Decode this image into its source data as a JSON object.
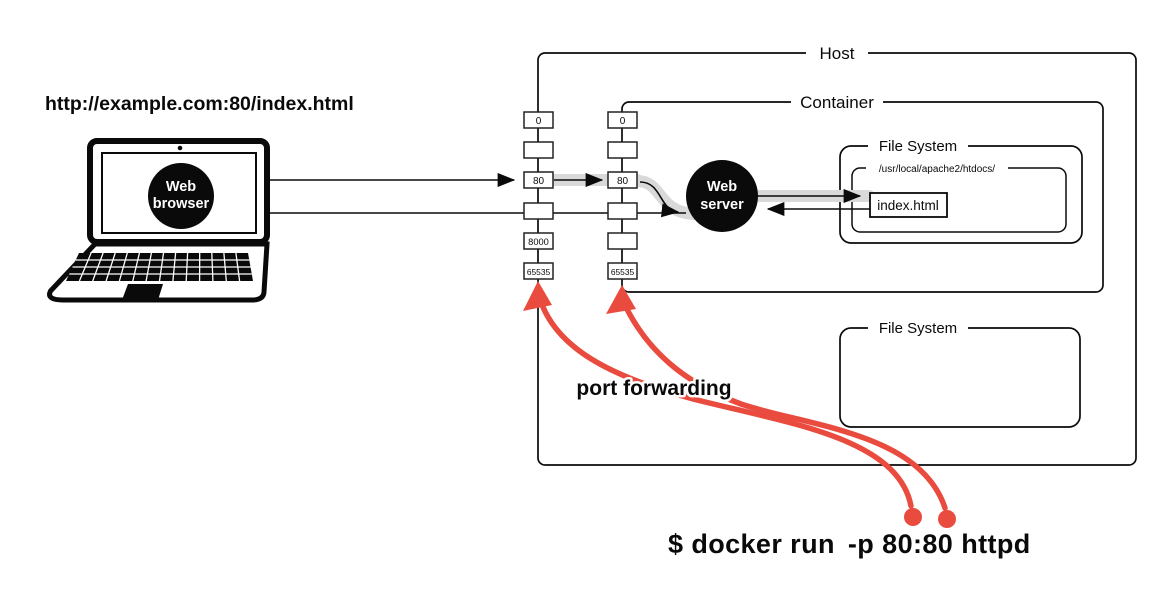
{
  "url_bar": "http://example.com:80/index.html",
  "client": {
    "line1": "Web",
    "line2": "browser"
  },
  "host": {
    "label": "Host"
  },
  "container": {
    "label": "Container"
  },
  "server": {
    "line1": "Web",
    "line2": "server"
  },
  "container_fs": {
    "label": "File System",
    "path": "/usr/local/apache2/htdocs/",
    "file": "index.html"
  },
  "host_fs": {
    "label": "File System"
  },
  "ports": {
    "host": [
      "0",
      "",
      "80",
      "",
      "8000",
      "65535"
    ],
    "container": [
      "0",
      "",
      "80",
      "",
      "",
      "65535"
    ]
  },
  "annotations": {
    "port_forwarding": "port forwarding"
  },
  "command": {
    "prompt": "$ docker run",
    "flag": "-p",
    "ports": "80:80",
    "image": "httpd"
  },
  "colors": {
    "accent_red": "#e94c3f",
    "highlight_gray": "#d9d9d9",
    "ink": "#0a0a0a"
  }
}
